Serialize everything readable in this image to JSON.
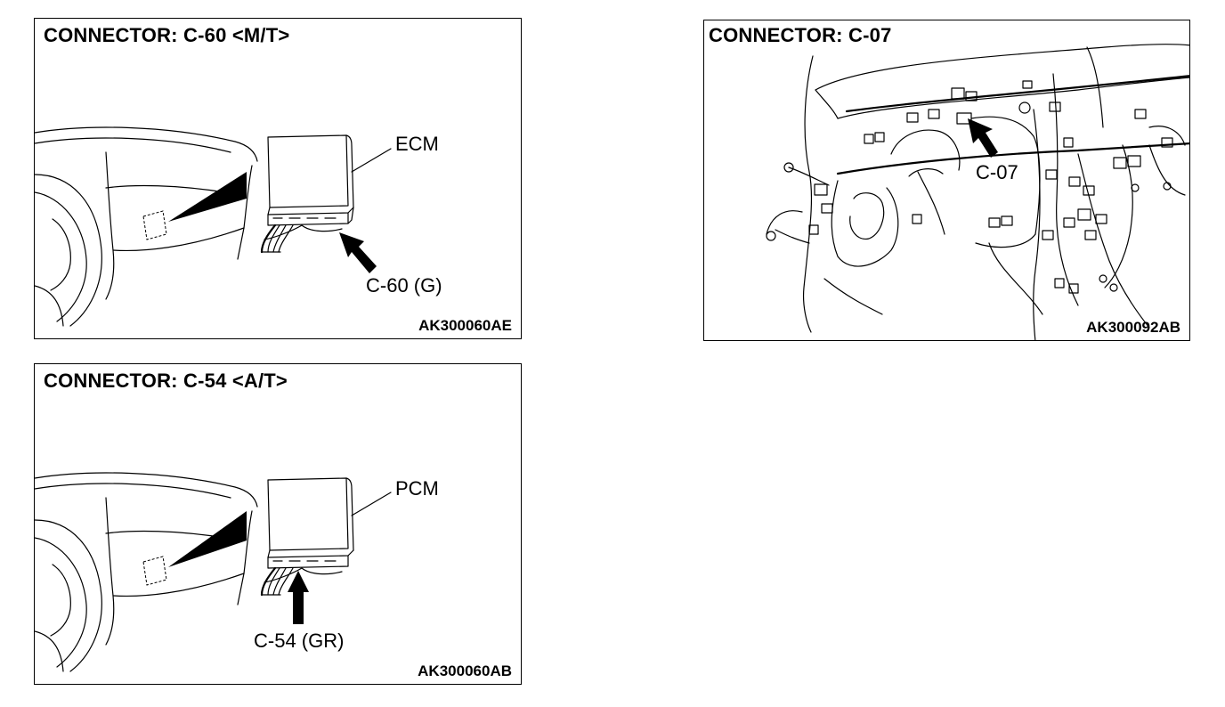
{
  "panels": [
    {
      "title": "CONNECTOR: C-60 <M/T>",
      "code": "AK300060AE",
      "unit_label": "ECM",
      "connector_label": "C-60 (G)"
    },
    {
      "title": "CONNECTOR: C-54 <A/T>",
      "code": "AK300060AB",
      "unit_label": "PCM",
      "connector_label": "C-54 (GR)"
    },
    {
      "title": "CONNECTOR: C-07",
      "code": "AK300092AB",
      "connector_label": "C-07"
    }
  ]
}
